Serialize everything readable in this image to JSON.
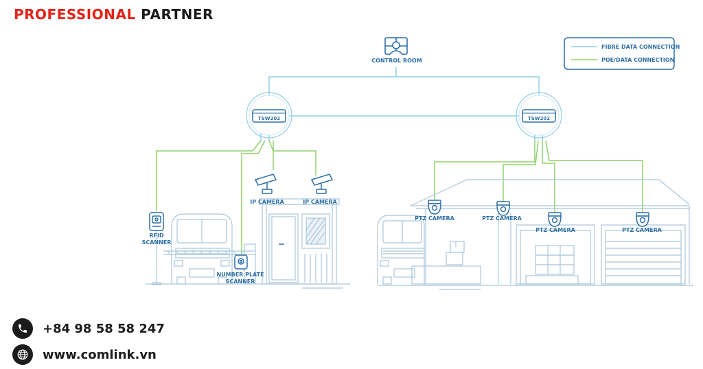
{
  "brand": {
    "part1": "PROFESSIONAL",
    "part2": "PARTNER",
    "part1_color": "#e2231a",
    "part2_color": "#1c1c1c"
  },
  "legend": {
    "fibre_label": "FIBRE DATA CONNECTION",
    "poe_label": "POE/DATA CONNECTION",
    "fibre_color": "#8fcfe6",
    "poe_color": "#8fd26a"
  },
  "nodes": {
    "control_room": "CONTROL ROOM",
    "switch_left": "TSW202",
    "switch_right": "TSW202",
    "rfid": [
      "RFID",
      "SCANNER"
    ],
    "npr": [
      "NUMBER PLATE",
      "SCANNER"
    ],
    "ip_camera_1": "IP CAMERA",
    "ip_camera_2": "IP CAMERA",
    "ptz_1": "PTZ CAMERA",
    "ptz_2": "PTZ CAMERA",
    "ptz_3": "PTZ CAMERA",
    "ptz_4": "PTZ CAMERA"
  },
  "contacts": {
    "phone": "+84 98 58 58 247",
    "phone_icon": "phone-icon",
    "web": "www.comlink.vn",
    "web_icon": "globe-icon"
  },
  "colors": {
    "line_art": "#9fbfd6",
    "icon_blue": "#2d6fa6"
  }
}
